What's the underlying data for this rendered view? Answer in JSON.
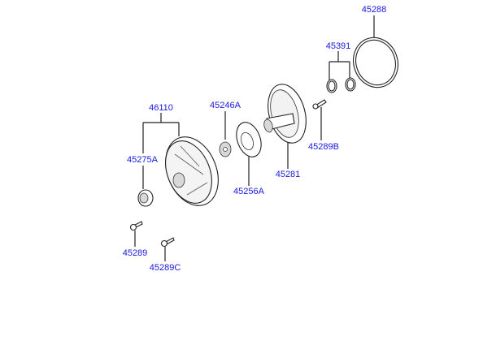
{
  "diagram": {
    "labels": {
      "p45288": "45288",
      "p45391": "45391",
      "p46110": "46110",
      "p45246A": "45246A",
      "p45275A": "45275A",
      "p45289B": "45289B",
      "p45281": "45281",
      "p45256A": "45256A",
      "p45289": "45289",
      "p45289C": "45289C"
    },
    "colors": {
      "label": "#1a1adf",
      "line": "#222222"
    }
  }
}
